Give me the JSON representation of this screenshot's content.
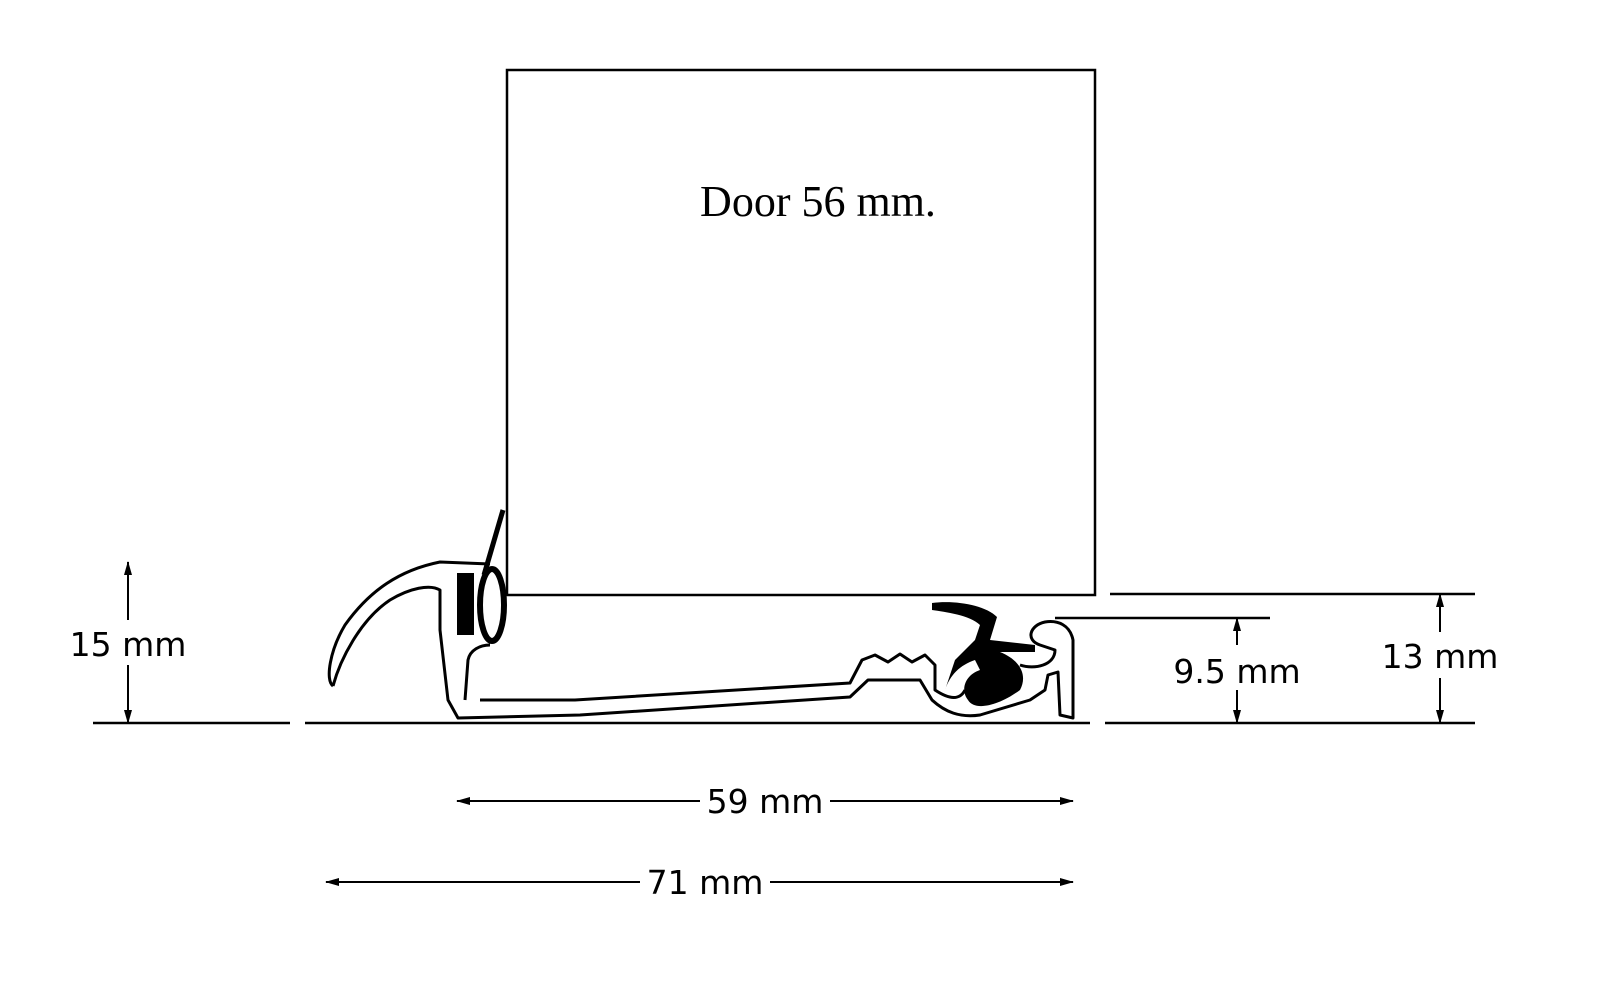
{
  "title": "Door 56 mm.",
  "dimensions": {
    "height_total": "15 mm",
    "width_inner": "59 mm",
    "width_total": "71 mm",
    "rise_inner": "9.5 mm",
    "rise_door": "13 mm"
  },
  "colors": {
    "line": "#000000",
    "background": "#ffffff"
  }
}
